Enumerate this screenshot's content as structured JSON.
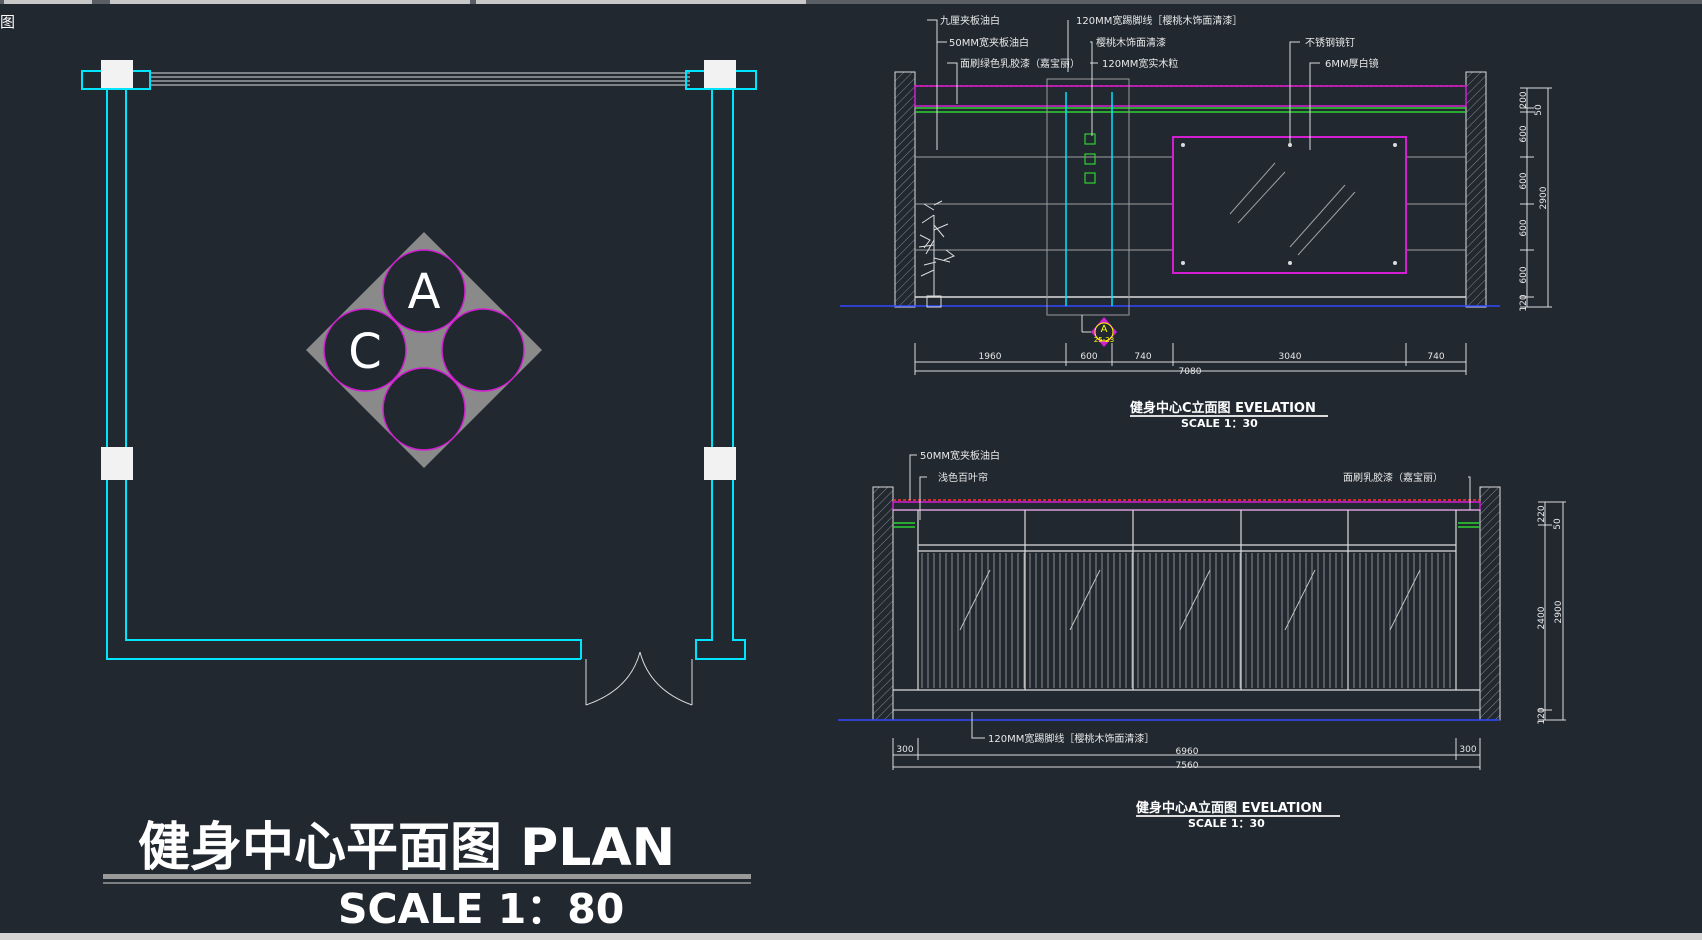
{
  "viewport_label": "图",
  "plan": {
    "title": "健身中心平面图 PLAN",
    "scale": "SCALE 1：80",
    "markers": [
      "A",
      "C"
    ]
  },
  "elevation_c": {
    "title": "健身中心C立面图 EVELATION",
    "scale": "SCALE 1：30",
    "labels": [
      "九厘夹板油白",
      "50MM宽夹板油白",
      "面刷绿色乳胶漆（嘉宝丽）",
      "120MM宽踢脚线［樱桃木饰面清漆］",
      "樱桃木饰面清漆",
      "120MM宽实木粒",
      "不锈钢镜钉",
      "6MM厚白镜"
    ],
    "dims_bottom": [
      "1960",
      "600",
      "740",
      "3040",
      "740"
    ],
    "dim_total": "7080",
    "dims_right": [
      "200",
      "50",
      "600",
      "600",
      "600",
      "600",
      "2900",
      "120"
    ],
    "index_marker": {
      "letter": "A",
      "sheet": "25-23"
    }
  },
  "elevation_a": {
    "title": "健身中心A立面图 EVELATION",
    "scale": "SCALE 1：30",
    "labels": [
      "50MM宽夹板油白",
      "浅色百叶帘",
      "面刷乳胶漆（嘉宝丽）",
      "120MM宽踢脚线［樱桃木饰面清漆］"
    ],
    "dims_bottom": [
      "300",
      "6960",
      "300"
    ],
    "dim_total": "7560",
    "dims_right": [
      "220",
      "50",
      "2400",
      "2900",
      "120"
    ]
  },
  "colors": {
    "background": "#212830",
    "wall": "#00e5ff",
    "magenta": "#d21fd2",
    "green": "#2fd22f",
    "red": "#ff3030",
    "blue": "#3048ff",
    "line_white": "#dcdcdc"
  }
}
